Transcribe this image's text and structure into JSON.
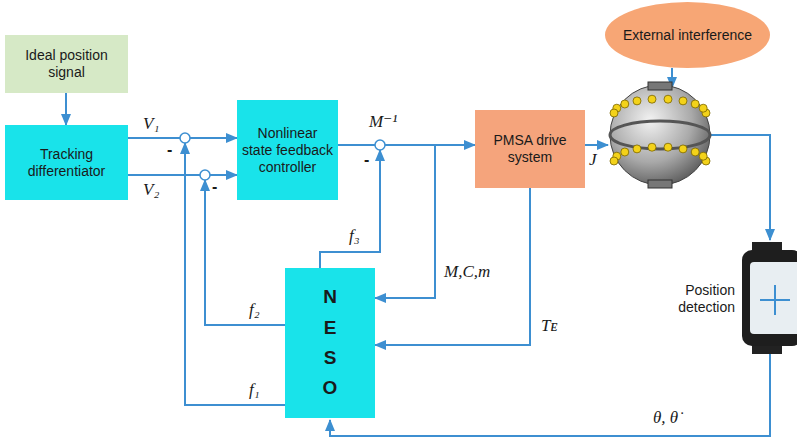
{
  "diagram": {
    "nodes": [
      {
        "text": [
          "Ideal position signal"
        ]
      },
      {
        "text": [
          "Tracking differentiator"
        ]
      },
      {
        "text": [
          "Nonlinear state feedback controller"
        ]
      },
      {
        "text": [
          "PMSA drive system"
        ]
      },
      {
        "text": [
          "External interference"
        ]
      },
      {
        "text": [
          "NESO"
        ]
      }
    ],
    "edges": [
      {
        "from": 0,
        "to": 1,
        "arrow": "to"
      },
      {
        "from": 1,
        "to": 2,
        "label": "V₁",
        "arrow": "to"
      },
      {
        "from": 1,
        "to": 2,
        "label": "V₂",
        "arrow": "to"
      },
      {
        "from": 2,
        "to": 3,
        "arrow": "to"
      },
      {
        "from": 2,
        "to": 5,
        "label": "M,C,m",
        "arrow": "to"
      },
      {
        "from": 3,
        "to": 5,
        "label": "Tᴇ",
        "arrow": "to"
      },
      {
        "from": 5,
        "to": 3,
        "label": "f₃",
        "arrow": "to"
      },
      {
        "from": 5,
        "to": 2,
        "label": "f₂",
        "arrow": "to"
      },
      {
        "from": 5,
        "to": 2,
        "label": "f₁",
        "arrow": "to"
      }
    ],
    "labels": [
      "-",
      "-",
      "-",
      "M⁻¹",
      "J",
      "Position detection",
      "θ, θ̇"
    ]
  }
}
